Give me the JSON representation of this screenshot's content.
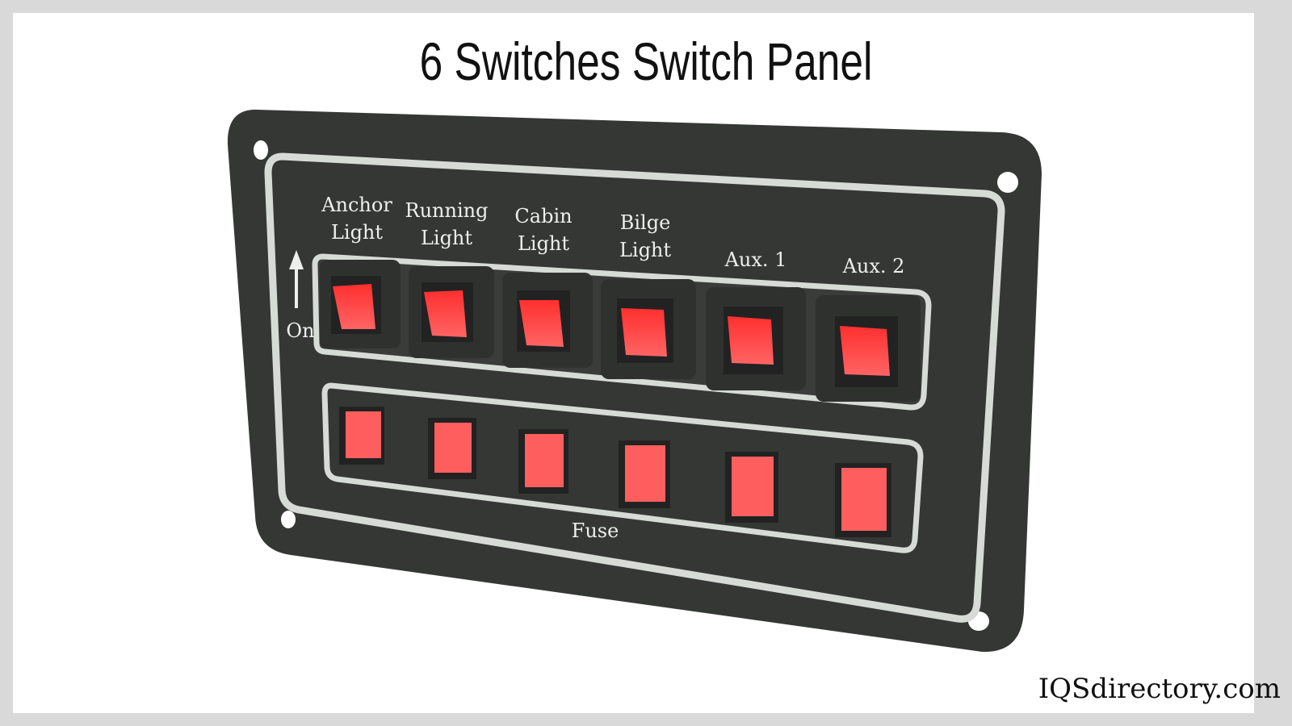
{
  "title": "6 Switches Switch Panel",
  "watermark": "IQSdirectory.com",
  "panel": {
    "on_indicator": {
      "label": "On",
      "icon": "arrow-up-icon"
    },
    "switches": [
      {
        "label_line1": "Anchor",
        "label_line2": "Light"
      },
      {
        "label_line1": "Running",
        "label_line2": "Light"
      },
      {
        "label_line1": "Cabin",
        "label_line2": "Light"
      },
      {
        "label_line1": "Bilge",
        "label_line2": "Light"
      },
      {
        "label_line1": "",
        "label_line2": "Aux. 1"
      },
      {
        "label_line1": "",
        "label_line2": "Aux. 2"
      }
    ],
    "fuse_label": "Fuse",
    "fuse_count": 6
  },
  "colors": {
    "panel": "#353735",
    "trim": "#d6dbd6",
    "switch_red": "#ff4a4a",
    "fuse_red": "#ff5e5e",
    "background": "#ffffff",
    "border": "#d9d9d9"
  }
}
